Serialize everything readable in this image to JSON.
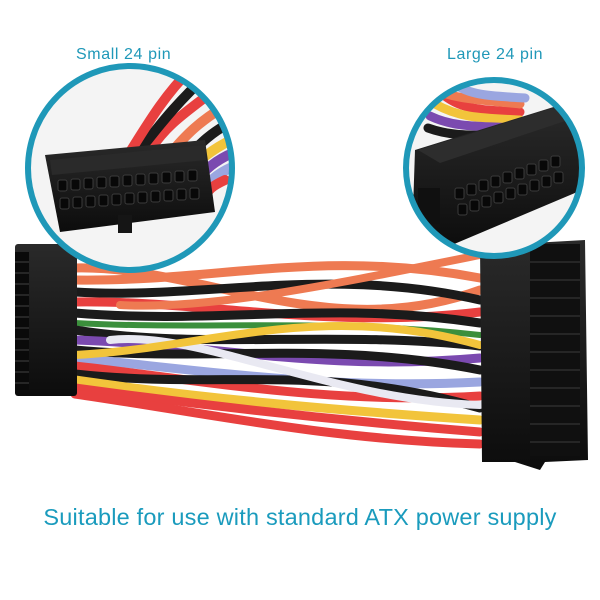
{
  "labels": {
    "small_connector": "Small 24 pin",
    "large_connector": "Large 24 pin"
  },
  "caption": "Suitable for use with standard ATX power supply",
  "colors": {
    "accent": "#1f98b8",
    "connector": "#141414",
    "wire_red": "#e8403f",
    "wire_orange": "#ee7a52",
    "wire_black": "#1b1b1b",
    "wire_yellow": "#f2c43b",
    "wire_purple": "#7b4ab0",
    "wire_blue": "#9aa6e0",
    "wire_white": "#e9e9f2",
    "wire_green": "#3b8f3c"
  }
}
